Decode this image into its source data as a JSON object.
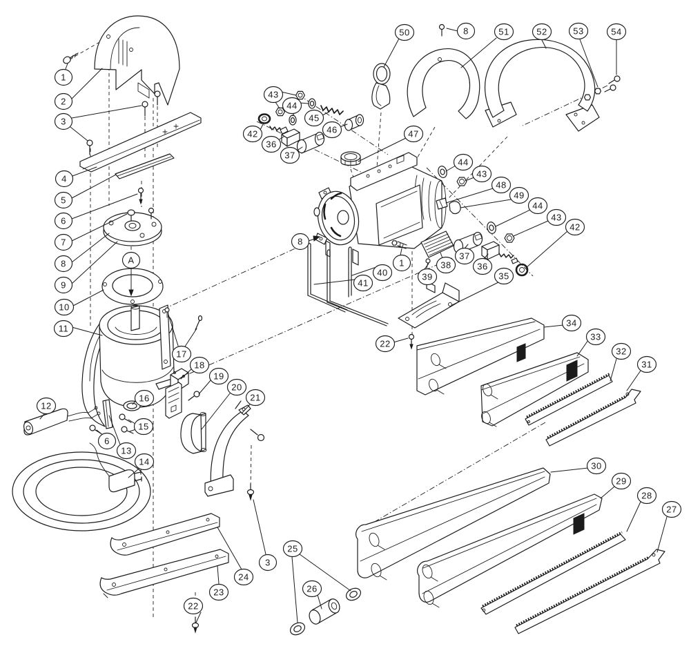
{
  "figure": {
    "type": "exploded-parts-diagram",
    "background_color": "#ffffff",
    "line_color": "#1b1b1b",
    "callout_shape": "circled-number"
  },
  "callouts": {
    "c01": "1",
    "c02": "2",
    "c03": "3",
    "c04": "4",
    "c05": "5",
    "c06": "6",
    "c07": "7",
    "c08": "8",
    "c09": "9",
    "c10": "10",
    "c11": "11",
    "c12": "A",
    "c13": "12",
    "c14": "16",
    "c15": "15",
    "c16": "6",
    "c17": "13",
    "c18": "14",
    "c19": "17",
    "c20": "18",
    "c21": "19",
    "c22": "20",
    "c23": "21",
    "c24": "22",
    "c25": "23",
    "c26": "24",
    "c27": "3",
    "c28": "25",
    "c29": "26",
    "c30": "50",
    "c31": "8",
    "c32": "51",
    "c33": "52",
    "c34": "53",
    "c35": "54",
    "c36": "43",
    "c37": "44",
    "c38": "45",
    "c39": "46",
    "c40": "42",
    "c41": "36",
    "c42": "37",
    "c43": "47",
    "c44": "44",
    "c45": "43",
    "c46": "48",
    "c47": "49",
    "c48": "44",
    "c49": "43",
    "c50": "42",
    "c51": "8",
    "c52": "1",
    "c53": "40",
    "c54": "41",
    "c55": "39",
    "c56": "38",
    "c57": "37",
    "c58": "36",
    "c59": "35",
    "c60": "22",
    "c61": "34",
    "c62": "33",
    "c63": "32",
    "c64": "31",
    "c65": "30",
    "c66": "29",
    "c67": "28",
    "c68": "27"
  }
}
